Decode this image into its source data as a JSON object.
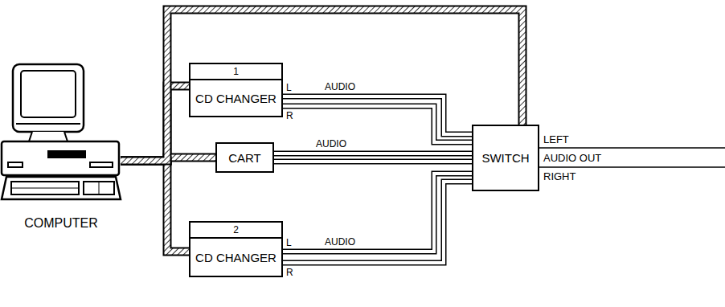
{
  "diagram": {
    "nodes": [
      {
        "text": [
          "COMPUTER"
        ]
      },
      {
        "text": [
          "1",
          "CD CHANGER"
        ]
      },
      {
        "text": [
          "CART"
        ]
      },
      {
        "text": [
          "2",
          "CD CHANGER"
        ]
      },
      {
        "text": [
          "SWITCH"
        ]
      }
    ],
    "edges": [
      {
        "from": 0,
        "to": 1,
        "arrow": "none"
      },
      {
        "from": 0,
        "to": 2,
        "arrow": "none"
      },
      {
        "from": 0,
        "to": 3,
        "arrow": "none"
      },
      {
        "from": 0,
        "to": 4,
        "arrow": "none"
      },
      {
        "from": 1,
        "to": 4,
        "label": "AUDIO",
        "arrow": "none"
      },
      {
        "from": 2,
        "to": 4,
        "label": "AUDIO",
        "arrow": "none"
      },
      {
        "from": 3,
        "to": 4,
        "label": "AUDIO",
        "arrow": "none"
      }
    ],
    "labels": [
      "L",
      "R",
      "L",
      "R",
      "LEFT",
      "AUDIO OUT",
      "RIGHT"
    ]
  }
}
